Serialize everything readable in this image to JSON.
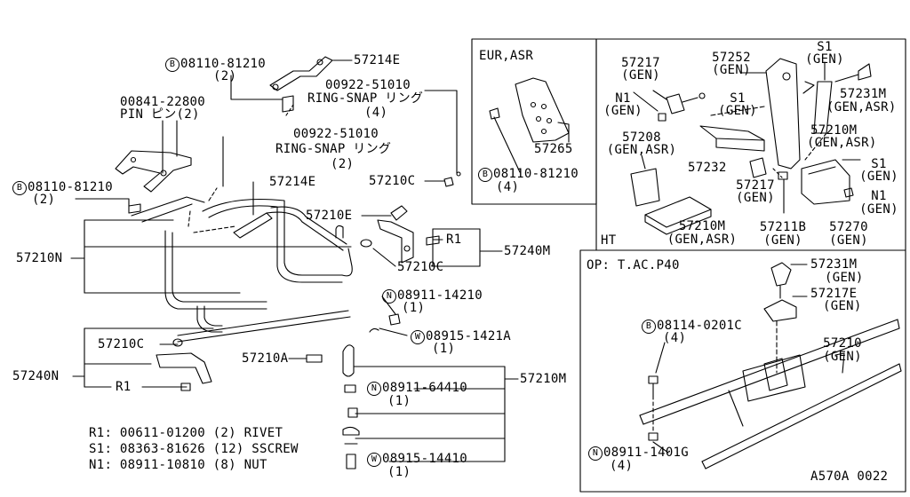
{
  "diagram": {
    "id": "A570A 0022",
    "legend": [
      "R1: 00611-01200 (2) RIVET",
      "S1: 08363-81626 (12) SSCREW",
      "N1: 08911-10810 (8) NUT"
    ],
    "panels": {
      "eur_asr": "EUR,ASR",
      "ht": "HT",
      "op": "OP: T.AC.P40"
    },
    "labels": {
      "b_08110_81210_top": "08110-81210",
      "b_08110_81210_top_q": "(2)",
      "p_57214e_top": "57214E",
      "p_00922_51010_a": "00922-51010",
      "p_ring_snap_a": "RING-SNAP リング",
      "p_ring_snap_a_q": "(4)",
      "p_00841_22800": "00841-22800",
      "p_pin": "PIN ピン(2)",
      "p_00922_51010_b": "00922-51010",
      "p_ring_snap_b": "RING-SNAP リング",
      "p_ring_snap_b_q": "(2)",
      "b_08110_81210_left": "08110-81210",
      "b_08110_81210_left_q": "(2)",
      "p_57214e_mid": "57214E",
      "p_57210c_right": "57210C",
      "p_57210e": "57210E",
      "p_r1_right": "R1",
      "p_57240m": "57240M",
      "p_57210n": "57210N",
      "p_57210c_mid": "57210C",
      "n_08911_14210": "08911-14210",
      "n_08911_14210_q": "(1)",
      "p_57210c_left": "57210C",
      "w_08915_1421a": "08915-1421A",
      "w_08915_1421a_q": "(1)",
      "p_57240n": "57240N",
      "p_r1_left": "R1",
      "p_57210a": "57210A",
      "p_57210m_main": "57210M",
      "n_08911_64410": "08911-64410",
      "n_08911_64410_q": "(1)",
      "w_08915_14410": "08915-14410",
      "w_08915_14410_q": "(1)",
      "p_57265": "57265",
      "b_08110_81210_eur": "08110-81210",
      "b_08110_81210_eur_q": "(4)",
      "p_57217_a": "57217",
      "p_57217_a_gen": "(GEN)",
      "p_57252": "57252",
      "p_57252_gen": "(GEN)",
      "p_s1_top": "S1",
      "p_s1_top_gen": "(GEN)",
      "p_57231m_ht": "57231M",
      "p_57231m_ht_gen": "(GEN,ASR)",
      "p_n1_ht_a": "N1",
      "p_n1_ht_a_gen": "(GEN)",
      "p_s1_mid": "S1",
      "p_s1_mid_gen": "(GEN)",
      "p_57210m_ht_a": "57210M",
      "p_57210m_ht_a_gen": "(GEN,ASR)",
      "p_57208": "57208",
      "p_57208_gen": "(GEN,ASR)",
      "p_57232": "57232",
      "p_57217_b": "57217",
      "p_57217_b_gen": "(GEN)",
      "p_s1_low": "S1",
      "p_s1_low_gen": "(GEN)",
      "p_n1_ht_b": "N1",
      "p_n1_ht_b_gen": "(GEN)",
      "p_57210m_ht_b": "57210M",
      "p_57210m_ht_b_gen": "(GEN,ASR)",
      "p_57211b": "57211B",
      "p_57211b_gen": "(GEN)",
      "p_57270": "57270",
      "p_57270_gen": "(GEN)",
      "p_57231m_op": "57231M",
      "p_57231m_op_gen": "(GEN)",
      "p_57217e": "57217E",
      "p_57217e_gen": "(GEN)",
      "b_08114_0201c": "08114-0201C",
      "b_08114_0201c_q": "(4)",
      "p_57210_op": "57210",
      "p_57210_op_gen": "(GEN)",
      "n_08911_1401g": "08911-1401G",
      "n_08911_1401g_q": "(4)"
    },
    "markers": {
      "bolt": "B",
      "nut": "N",
      "washer": "W"
    }
  }
}
